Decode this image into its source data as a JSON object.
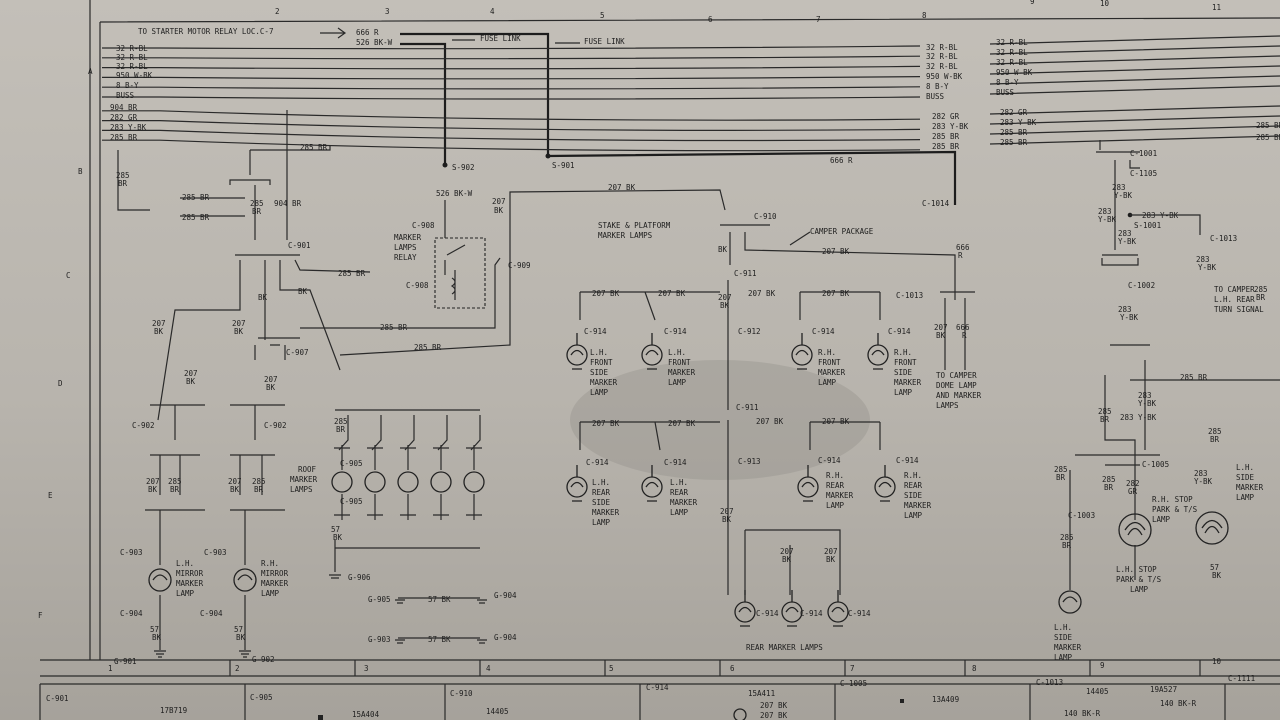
{
  "top_ruler": [
    "2",
    "3",
    "4",
    "5",
    "6",
    "7",
    "8",
    "9",
    "10",
    "11"
  ],
  "bottom_ruler": [
    "1",
    "2",
    "3",
    "4",
    "5",
    "6",
    "7",
    "8",
    "9",
    "10"
  ],
  "row_letters": [
    "A",
    "B",
    "C",
    "D",
    "E",
    "F"
  ],
  "header": {
    "starter_note": "TO STARTER MOTOR RELAY  LOC.C-7",
    "w666": "666 R",
    "w526": "526 BK-W",
    "fuse_link": "FUSE LINK"
  },
  "bus_left": [
    "32 R-BL",
    "32 R-BL",
    "32 R-BL",
    "950 W-BK",
    "8 B-Y",
    "BUSS",
    "904 BR",
    "282 GR",
    "283 Y-BK",
    "285 BR"
  ],
  "bus_right_a": [
    "32 R-BL",
    "32 R-BL",
    "32 R-BL",
    "950 W-BK",
    "8 B-Y",
    "BUSS",
    "282 GR",
    "283 Y-BK",
    "285 BR",
    "285 BR"
  ],
  "bus_right_b": [
    "32 R-BL",
    "32 R-BL",
    "32 R-BL",
    "950 W-BK",
    "8 B-Y",
    "BUSS",
    "282 GR",
    "283 Y-BK",
    "285 BR",
    "285 BR"
  ],
  "splices": {
    "s902": "S-902",
    "s901": "S-901",
    "s1001": "S-1001"
  },
  "connectors": {
    "c901": "C-901",
    "c902": "C-902",
    "c903": "C-903",
    "c904": "C-904",
    "c905": "C-905",
    "c907": "C-907",
    "c908": "C-908",
    "c909": "C-909",
    "c910": "C-910",
    "c911": "C-911",
    "c912": "C-912",
    "c913": "C-913",
    "c914": "C-914",
    "c1001": "C-1001",
    "c1002": "C-1002",
    "c1003": "C-1003",
    "c1005": "C-1005",
    "c1013": "C-1013",
    "c1014": "C-1014",
    "c1105": "C-1105"
  },
  "grounds": {
    "g901": "G-901",
    "g902": "G-902",
    "g903": "G-903",
    "g904": "G-904",
    "g905": "G-905",
    "g906": "G-906"
  },
  "wires": {
    "w285br": "285 BR",
    "w207bk": "207 BK",
    "w904br": "904 BR",
    "w666r": "666 R",
    "w57bk": "57 BK",
    "w283ybk": "283 Y-BK",
    "w282gr": "282 GR",
    "w526bkw": "526 BK-W",
    "w666": "666",
    "w207": "207",
    "w285": "285",
    "w283": "283",
    "w282": "282",
    "w57": "57",
    "bk": "BK",
    "br": "BR",
    "r": "R",
    "ybk": "Y-BK",
    "gr": "GR",
    "w140": "140 BK-R"
  },
  "labels": {
    "marker_relay": [
      "MARKER",
      "LAMPS",
      "RELAY"
    ],
    "stake_platform": [
      "STAKE & PLATFORM",
      "MARKER LAMPS"
    ],
    "camper_package": "CAMPER PACKAGE",
    "to_camper_dome": [
      "TO CAMPER",
      "DOME LAMP",
      "AND MARKER",
      "LAMPS"
    ],
    "to_camper_turn": [
      "TO CAMPER",
      "L.H. REAR",
      "TURN SIGNAL"
    ],
    "roof_marker": [
      "ROOF",
      "MARKER",
      "LAMPS"
    ],
    "lh_mirror": [
      "L.H.",
      "MIRROR",
      "MARKER",
      "LAMP"
    ],
    "rh_mirror": [
      "R.H.",
      "MIRROR",
      "MARKER",
      "LAMP"
    ],
    "lh_front_side": [
      "L.H.",
      "FRONT",
      "SIDE",
      "MARKER",
      "LAMP"
    ],
    "lh_front": [
      "L.H.",
      "FRONT",
      "MARKER",
      "LAMP"
    ],
    "rh_front": [
      "R.H.",
      "FRONT",
      "MARKER",
      "LAMP"
    ],
    "rh_front_side": [
      "R.H.",
      "FRONT",
      "SIDE",
      "MARKER",
      "LAMP"
    ],
    "lh_rear_side": [
      "L.H.",
      "REAR",
      "SIDE",
      "MARKER",
      "LAMP"
    ],
    "lh_rear": [
      "L.H.",
      "REAR",
      "MARKER",
      "LAMP"
    ],
    "rh_rear": [
      "R.H.",
      "REAR",
      "MARKER",
      "LAMP"
    ],
    "rh_rear_side": [
      "R.H.",
      "REAR",
      "SIDE",
      "MARKER",
      "LAMP"
    ],
    "rear_marker": "REAR MARKER LAMPS",
    "rh_stop": [
      "R.H. STOP",
      "PARK & T/S",
      "LAMP"
    ],
    "lh_stop": [
      "L.H. STOP",
      "PARK & T/S",
      "LAMP"
    ],
    "lh_side": [
      "L.H.",
      "SIDE",
      "MARKER",
      "LAMP"
    ],
    "lh_side_r": [
      "L.H.",
      "SIDE",
      "MARKER",
      "LAMP"
    ]
  },
  "bottom_table": [
    {
      "conn": "C-901",
      "part": "17B719"
    },
    {
      "conn": "C-905",
      "part": "15A404"
    },
    {
      "conn": "C-910",
      "part": "14405"
    },
    {
      "conn": "C-914",
      "part": "15A411"
    },
    {
      "conn": "C-1005",
      "part": "13A409"
    },
    {
      "conn": "C-1013",
      "part": "14405",
      "part2": "19A527"
    },
    {
      "conn": "C-1111",
      "part": ""
    }
  ],
  "colors": {
    "paper": "#b9b5ae",
    "ink": "#1e1e1e"
  }
}
